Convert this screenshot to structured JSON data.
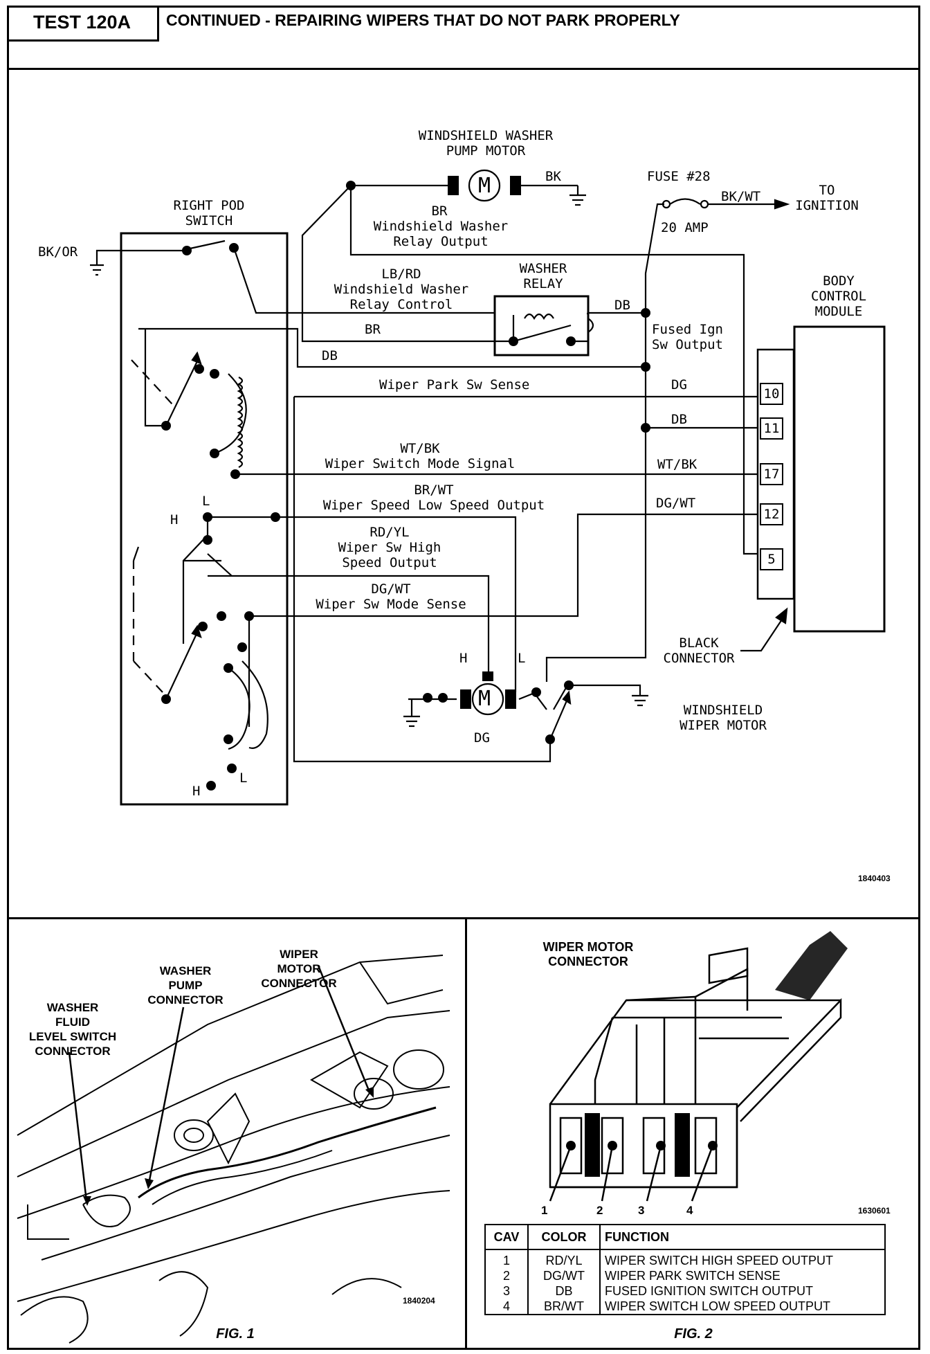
{
  "header": {
    "test_id": "TEST 120A",
    "title": "CONTINUED - REPAIRING WIPERS THAT DO NOT PARK PROPERLY"
  },
  "schematic": {
    "washer_pump_motor": [
      "WINDSHIELD WASHER",
      "PUMP MOTOR"
    ],
    "motor_symbol": "M",
    "bk": "BK",
    "br_top": "BR",
    "washer_relay_output": [
      "Windshield Washer",
      "Relay Output"
    ],
    "fuse": "FUSE #28",
    "fuse_bkwt": "BK/WT",
    "fuse_amp": "20 AMP",
    "to_ignition": [
      "TO",
      "IGNITION"
    ],
    "right_pod_switch": [
      "RIGHT POD",
      "SWITCH"
    ],
    "bk_or": "BK/OR",
    "lbrd": [
      "LB/RD",
      "Windshield Washer",
      "Relay Control"
    ],
    "washer_relay": [
      "WASHER",
      "RELAY"
    ],
    "db_relay": "DB",
    "br_mid": "BR",
    "db_left": "DB",
    "fused_ign": [
      "Fused Ign",
      "Sw Output"
    ],
    "bcm": [
      "BODY",
      "CONTROL",
      "MODULE"
    ],
    "wiper_park_sense": "Wiper Park Sw Sense",
    "dg": "DG",
    "db_pin11": "DB",
    "wtbk": [
      "WT/BK",
      "Wiper Switch Mode Signal"
    ],
    "wtbk_right": "WT/BK",
    "brwt": [
      "BR/WT",
      "Wiper Speed Low Speed Output"
    ],
    "dgwt_right": "DG/WT",
    "rdyl": [
      "RD/YL",
      "Wiper Sw High",
      "Speed Output"
    ],
    "dgwt_mode": [
      "DG/WT",
      "Wiper Sw Mode Sense"
    ],
    "pins": [
      "10",
      "11",
      "17",
      "12",
      "5"
    ],
    "h_upper": "H",
    "l_upper": "L",
    "h_lower": "H",
    "l_lower": "L",
    "h_motor": "H",
    "l_motor": "L",
    "dg_motor": "DG",
    "black_connector": [
      "BLACK",
      "CONNECTOR"
    ],
    "wiper_motor": [
      "WINDSHIELD",
      "WIPER MOTOR"
    ],
    "ref": "1840403"
  },
  "fig1": {
    "washer_fluid": [
      "WASHER",
      "FLUID",
      "LEVEL SWITCH",
      "CONNECTOR"
    ],
    "washer_pump_conn": [
      "WASHER",
      "PUMP",
      "CONNECTOR"
    ],
    "wiper_motor_conn": [
      "WIPER",
      "MOTOR",
      "CONNECTOR"
    ],
    "ref": "1840204",
    "caption": "FIG. 1"
  },
  "fig2": {
    "title": [
      "WIPER MOTOR",
      "CONNECTOR"
    ],
    "cavity_numbers": [
      "1",
      "2",
      "3",
      "4"
    ],
    "ref": "1630601",
    "table": {
      "headers": [
        "CAV",
        "COLOR",
        "FUNCTION"
      ],
      "rows": [
        {
          "cav": "1",
          "color": "RD/YL",
          "function": "WIPER SWITCH HIGH SPEED OUTPUT"
        },
        {
          "cav": "2",
          "color": "DG/WT",
          "function": "WIPER PARK SWITCH SENSE"
        },
        {
          "cav": "3",
          "color": "DB",
          "function": "FUSED IGNITION SWITCH OUTPUT"
        },
        {
          "cav": "4",
          "color": "BR/WT",
          "function": "WIPER SWITCH LOW SPEED OUTPUT"
        }
      ]
    },
    "caption": "FIG. 2"
  }
}
